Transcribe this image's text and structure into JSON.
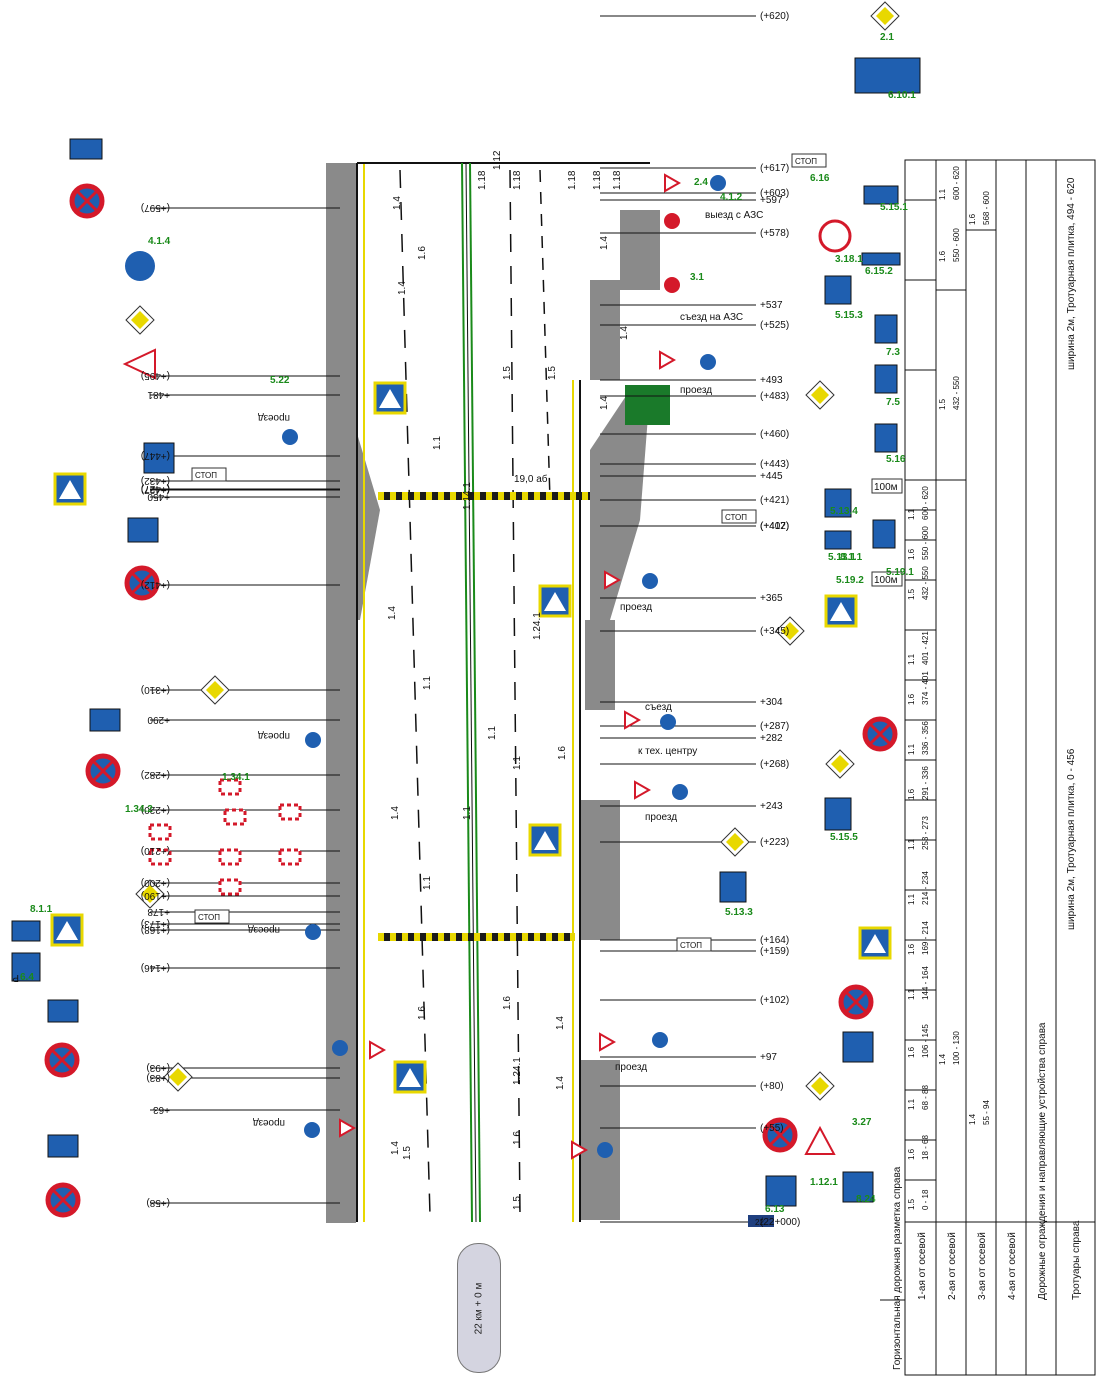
{
  "marker": "22 км + 0 м",
  "table": {
    "rows": [
      {
        "label": "1-ая от осевой",
        "cells": [
          "1.5",
          "0 - 18",
          "1.6",
          "18 - 68",
          "1.1",
          "68 - 88",
          "1.6",
          "106 - 145",
          "1.1",
          "144 - 164",
          "1.6",
          "169 - 214",
          "1.1",
          "214 - 234",
          "1.1",
          "253 - 273",
          "1.6",
          "291 - 336",
          "1.1",
          "336 - 356",
          "1.6",
          "374 - 401",
          "1.1",
          "401 - 421",
          "1.5",
          "432 - 550",
          "1.6",
          "550 - 600",
          "1.1",
          "600 - 620"
        ]
      },
      {
        "label": "2-ая от осевой",
        "cells": [
          "1.4",
          "100 - 130",
          "1.5",
          "432 - 550",
          "1.6",
          "550 - 600",
          "1.1",
          "600 - 620"
        ]
      },
      {
        "label": "3-ая от осевой",
        "cells": [
          "1.4",
          "55 - 94",
          "1.6",
          "568 - 600"
        ]
      },
      {
        "label": "4-ая от осевой",
        "cells": []
      },
      {
        "label": "Дорожные ограждения и направляющие устройства справа",
        "cells": []
      },
      {
        "label": "Тротуары справа",
        "cells": [
          "ширина 2м, Тротуарная плитка, 0 - 456",
          "ширина 2м, Тротуарная плитка, 494 - 620"
        ]
      }
    ],
    "group_label": "Горизонтальная дорожная разметка справа"
  },
  "chainage_right": [
    "(22+000)",
    "(+55)",
    "(+80)",
    "+97",
    "(+102)",
    "(+159)",
    "(+164)",
    "(+223)",
    "+243",
    "(+268)",
    "+282",
    "(+287)",
    "+304",
    "(+345)",
    "+365",
    "(+407)",
    "(+412)",
    "(+421)",
    "(+443)",
    "+445",
    "(+460)",
    "(+483)",
    "+493",
    "(+525)",
    "+537",
    "(+578)",
    "+597",
    "(+603)",
    "(+617)",
    "(+620)"
  ],
  "chainage_left": [
    "(+58)",
    "+63",
    "(+83)",
    "(+93)",
    "(+146)",
    "(+168)",
    "(+173)",
    "+178",
    "(+190)",
    "(+200)",
    "(+210)",
    "(+220)",
    "(+282)",
    "+290",
    "(+310)",
    "(+412)",
    "+450",
    "(+427)",
    "(+432)",
    "(+447)",
    "(+427)",
    "+481",
    "(+495)",
    "(+597)"
  ],
  "sign_codes": [
    "2.1",
    "3.27",
    "8.24",
    "6.10.1",
    "5.15.1",
    "3.18.1",
    "6.15.2",
    "5.15.3",
    "7.3",
    "7.5",
    "5.16",
    "5.13.4",
    "5.13.1",
    "8.1.1",
    "5.19.1",
    "5.19.2",
    "1.12.1",
    "4.1.2",
    "5.13.3",
    "5.15.5",
    "6.16",
    "6.13",
    "1.34.1",
    "1.34.2",
    "8.1.1",
    "6.4",
    "4.1.4",
    "5.22",
    "2.4",
    "3.1"
  ],
  "place_labels": [
    "выезд с АЗС",
    "съезд на АЗС",
    "проезд",
    "съезд",
    "к тех. центру",
    "19,0 аб"
  ],
  "box_texts": [
    "СТОП",
    "100м",
    "22",
    "Р"
  ],
  "marking_codes": [
    "1.1",
    "1.12",
    "1.14.1",
    "1.24.1",
    "1.18",
    "1.5",
    "1.6",
    "1.4"
  ],
  "colors": {
    "road": "#8a8a8a",
    "green": "#1a8a1a",
    "yellow": "#e8d800",
    "sign_blue": "#1f5fb0",
    "sign_red": "#d4192a"
  }
}
